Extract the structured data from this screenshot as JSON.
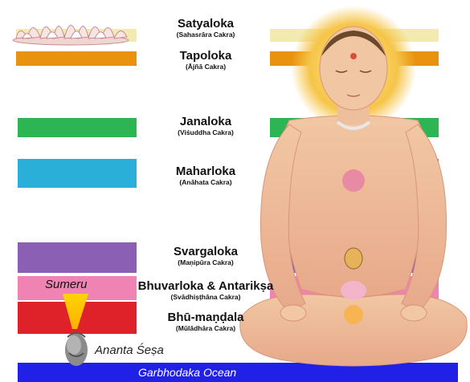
{
  "colors": {
    "satya": "#f2eab0",
    "tapo": "#e8920f",
    "jana": "#2db553",
    "mahar": "#2ab0d8",
    "svarga": "#8a5fb4",
    "bhuvar": "#ef83b3",
    "bhu": "#df2129",
    "ocean": "#2020e6"
  },
  "levels": [
    {
      "title": "Satyaloka",
      "sub": "(Sahasrāra Cakra)"
    },
    {
      "title": "Tapoloka",
      "sub": "(Ājñā Cakra)"
    },
    {
      "title": "Janaloka",
      "sub": "(Viśuddha Cakra)"
    },
    {
      "title": "Maharloka",
      "sub": "(Anāhata Cakra)"
    },
    {
      "title": "Svargaloka",
      "sub": "(Maṇipūra Cakra)"
    },
    {
      "title": "Bhuvarloka & Antarikṣa",
      "sub": "(Svādhiṣṭhāna Cakra)"
    },
    {
      "title": "Bhū-maṇḍala",
      "sub": "(Mūlādhāra Cakra)"
    }
  ],
  "annotations": {
    "sumeru": "Sumeru",
    "ananta": "Ananta Śeṣa",
    "ocean": "Garbhodaka Ocean"
  }
}
